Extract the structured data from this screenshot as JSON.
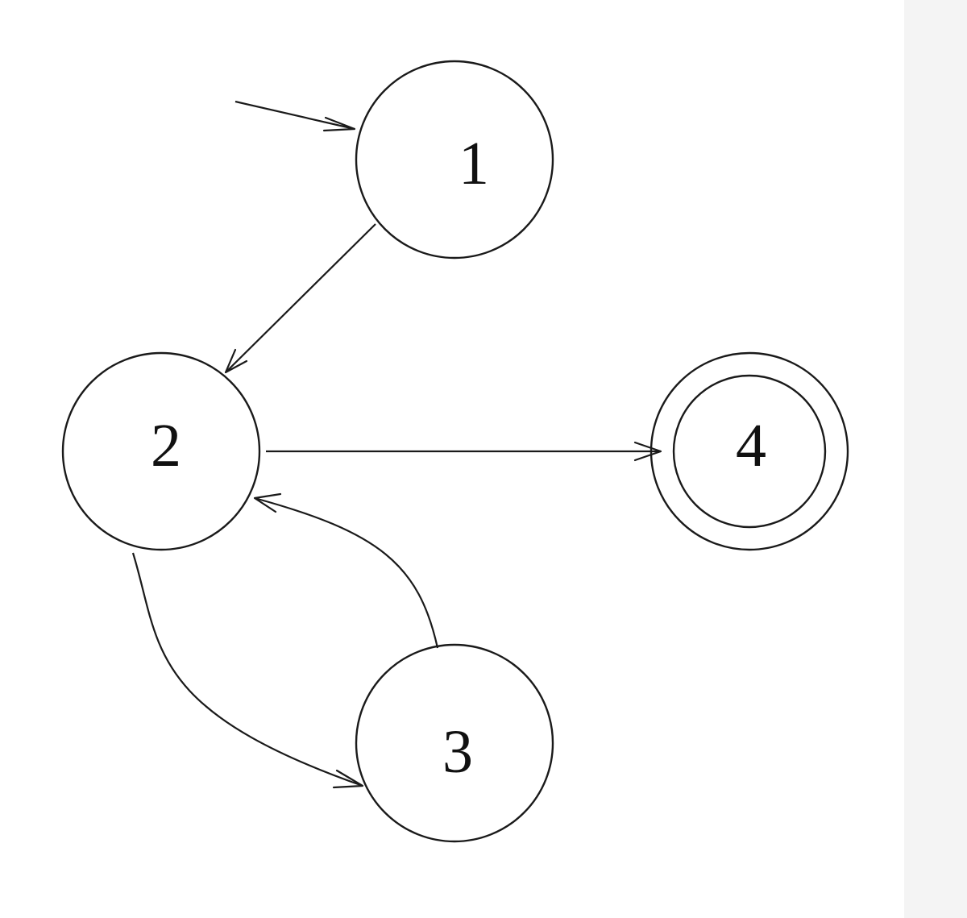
{
  "states": [
    {
      "id": "1",
      "label": "1",
      "initial": true,
      "accepting": false
    },
    {
      "id": "2",
      "label": "2",
      "initial": false,
      "accepting": false
    },
    {
      "id": "3",
      "label": "3",
      "initial": false,
      "accepting": false
    },
    {
      "id": "4",
      "label": "4",
      "initial": false,
      "accepting": true
    }
  ],
  "transitions": [
    {
      "from": "start",
      "to": "1"
    },
    {
      "from": "1",
      "to": "2"
    },
    {
      "from": "2",
      "to": "4"
    },
    {
      "from": "2",
      "to": "3"
    },
    {
      "from": "3",
      "to": "2"
    }
  ],
  "colors": {
    "stroke": "#1a1a1a",
    "background": "#ffffff",
    "side_panel": "#f4f4f4"
  }
}
